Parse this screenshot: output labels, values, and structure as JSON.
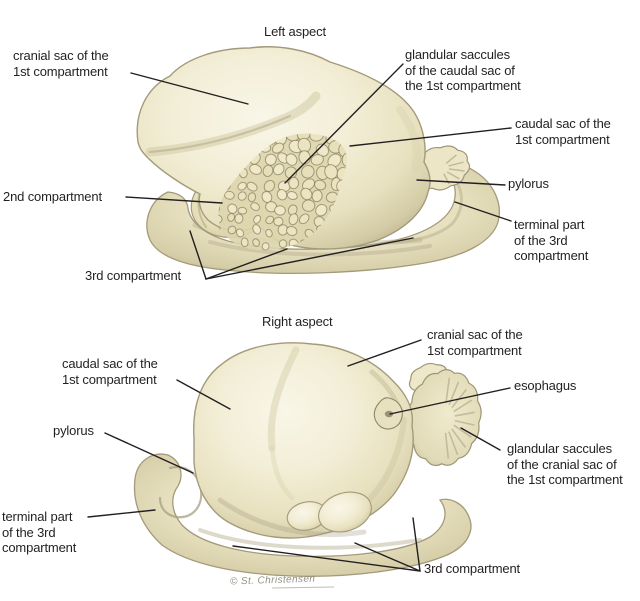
{
  "page": {
    "background": "#ffffff",
    "artist_signature": "© St. Christensen"
  },
  "colors": {
    "text": "#231f20",
    "leader_line": "#231f20",
    "body_light": "#f8f5e6",
    "body_base": "#f1ecd3",
    "body_shade": "#ddd5ae",
    "body_deep_shade": "#bfb896",
    "outline": "#a39a7b",
    "pebble_fill": "#efe8c8",
    "signature": "#8f9583"
  },
  "figures": [
    {
      "title": "Left aspect",
      "labels": {
        "cranial_sac": "cranial sac of the\n1st compartment",
        "glandular_saccules": "glandular saccules\nof the caudal sac of\nthe 1st compartment",
        "caudal_sac": "caudal sac of the\n1st compartment",
        "pylorus": "pylorus",
        "terminal_part": "terminal part\nof the 3rd\ncompartment",
        "second_compartment": "2nd compartment",
        "third_compartment": "3rd compartment"
      }
    },
    {
      "title": "Right aspect",
      "labels": {
        "cranial_sac": "cranial sac of the\n1st compartment",
        "esophagus": "esophagus",
        "glandular_saccules": "glandular saccules\nof the cranial sac of\nthe 1st compartment",
        "caudal_sac": "caudal sac of the\n1st compartment",
        "pylorus": "pylorus",
        "terminal_part": "terminal part\nof the 3rd\ncompartment",
        "third_compartment": "3rd compartment"
      }
    }
  ]
}
